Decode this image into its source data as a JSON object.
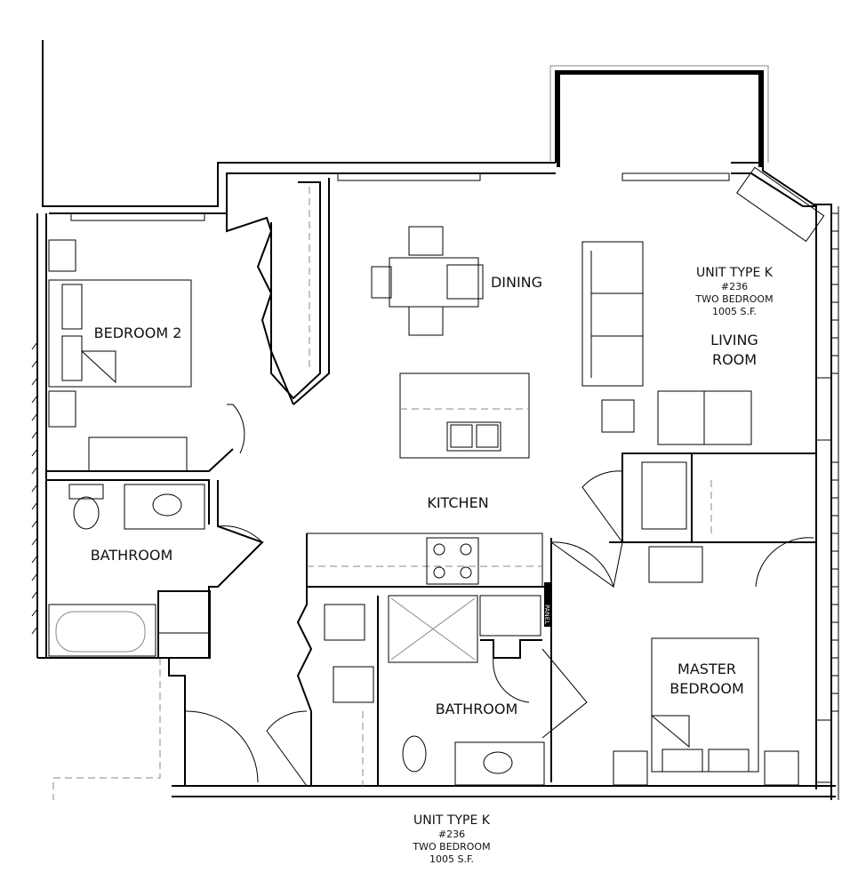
{
  "rooms": {
    "bedroom2": "BEDROOM 2",
    "dining": "DINING",
    "living_1": "LIVING",
    "living_2": "ROOM",
    "kitchen": "KITCHEN",
    "bathroom_left": "BATHROOM",
    "bathroom_center": "BATHROOM",
    "master_1": "MASTER",
    "master_2": "BEDROOM"
  },
  "panel_label": "PANEL",
  "unit_info_top": {
    "type": "UNIT TYPE K",
    "number": "#236",
    "bedrooms": "TWO BEDROOM",
    "area": "1005 S.F."
  },
  "unit_info_bottom": {
    "type": "UNIT TYPE K",
    "number": "#236",
    "bedrooms": "TWO BEDROOM",
    "area": "1005 S.F."
  }
}
